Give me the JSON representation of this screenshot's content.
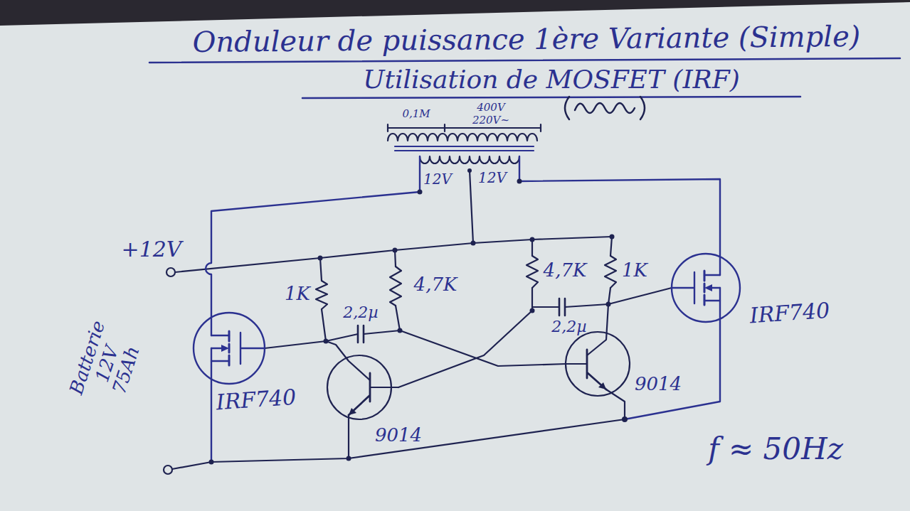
{
  "diagram": {
    "title": "Onduleur de puissance 1ère Variante (Simple)",
    "labels": [
      "Utilisation de MOSFET (IRF)",
      "0,1M",
      "400V",
      "220V~",
      "12V",
      "12V",
      "+12V",
      "Batterie 12V 75Ah",
      "1K",
      "2,2µ",
      "4,7K",
      "4,7K",
      "2,2µ",
      "1K",
      "IRF740",
      "9014",
      "IRF740",
      "9014",
      "f ≈ 50Hz"
    ]
  }
}
